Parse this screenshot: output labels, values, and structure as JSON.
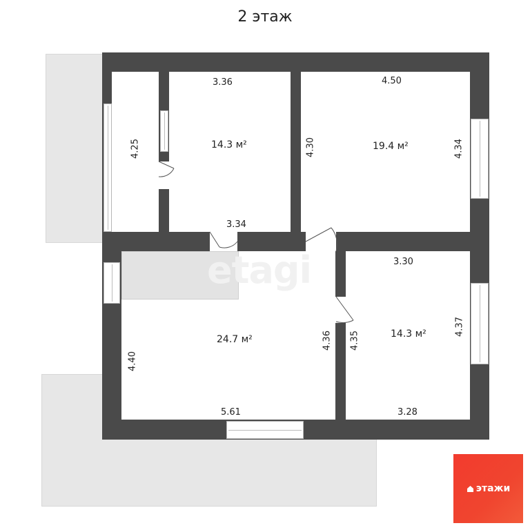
{
  "title": "2 этаж",
  "watermark": "etagi",
  "logo": {
    "text": "этажи"
  },
  "rooms": {
    "room_top_left": {
      "area": "14.3 м²",
      "dims": [
        "3.36",
        "4.30"
      ]
    },
    "room_top_right": {
      "area": "19.4 м²",
      "dims": [
        "4.50",
        "4.34"
      ]
    },
    "room_bottom_left": {
      "area": "24.7 м²",
      "dims": [
        "4.36",
        "4.40",
        "5.61"
      ]
    },
    "room_bottom_right": {
      "area": "14.3 м²",
      "dims": [
        "3.30",
        "4.35",
        "4.37",
        "3.28"
      ]
    },
    "corridor": {
      "dims": [
        "4.25"
      ]
    },
    "hall": {
      "dims": [
        "3.34"
      ]
    }
  }
}
